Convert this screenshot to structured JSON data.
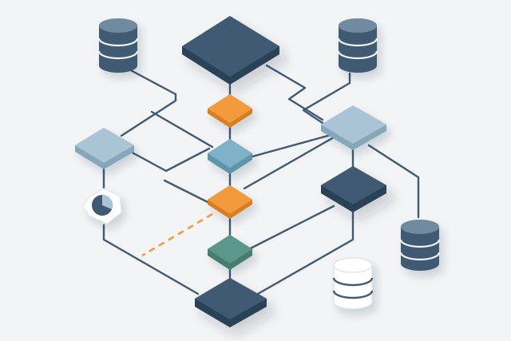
{
  "diagram": {
    "kind": "isometric-network-flow",
    "text_labels": [],
    "colors": {
      "background": "#f3f4f6",
      "navy": "#3f5a73",
      "navy_dark": "#2b4258",
      "slate_blue": "#6f8aa0",
      "light_blue": "#a9c4d4",
      "mid_blue": "#7fb1c8",
      "orange": "#f39a3e",
      "teal": "#5b978b",
      "white": "#ffffff",
      "line": "#3f5a73",
      "dash": "#f39a3e"
    },
    "nodes": [
      {
        "id": "top-hub",
        "shape": "tile",
        "color": "navy"
      },
      {
        "id": "left-panel",
        "shape": "tile",
        "color": "light_blue"
      },
      {
        "id": "right-panel",
        "shape": "tile",
        "color": "light_blue"
      },
      {
        "id": "right-hub",
        "shape": "tile",
        "color": "navy"
      },
      {
        "id": "bottom-hub",
        "shape": "tile",
        "color": "navy"
      },
      {
        "id": "orange-node-1",
        "shape": "diamond",
        "color": "orange"
      },
      {
        "id": "blue-node",
        "shape": "diamond",
        "color": "mid_blue"
      },
      {
        "id": "orange-node-2",
        "shape": "diamond",
        "color": "orange"
      },
      {
        "id": "teal-node",
        "shape": "diamond",
        "color": "teal"
      },
      {
        "id": "database-top-left",
        "shape": "database",
        "color": "slate_blue"
      },
      {
        "id": "database-top-right",
        "shape": "database",
        "color": "slate_blue"
      },
      {
        "id": "database-right",
        "shape": "database",
        "color": "slate_blue"
      },
      {
        "id": "database-bottom",
        "shape": "database",
        "color": "white"
      },
      {
        "id": "pie-chart",
        "shape": "hexagon-pie",
        "color": "white"
      }
    ],
    "icons": [
      "database-icon",
      "pie-chart-icon"
    ]
  }
}
